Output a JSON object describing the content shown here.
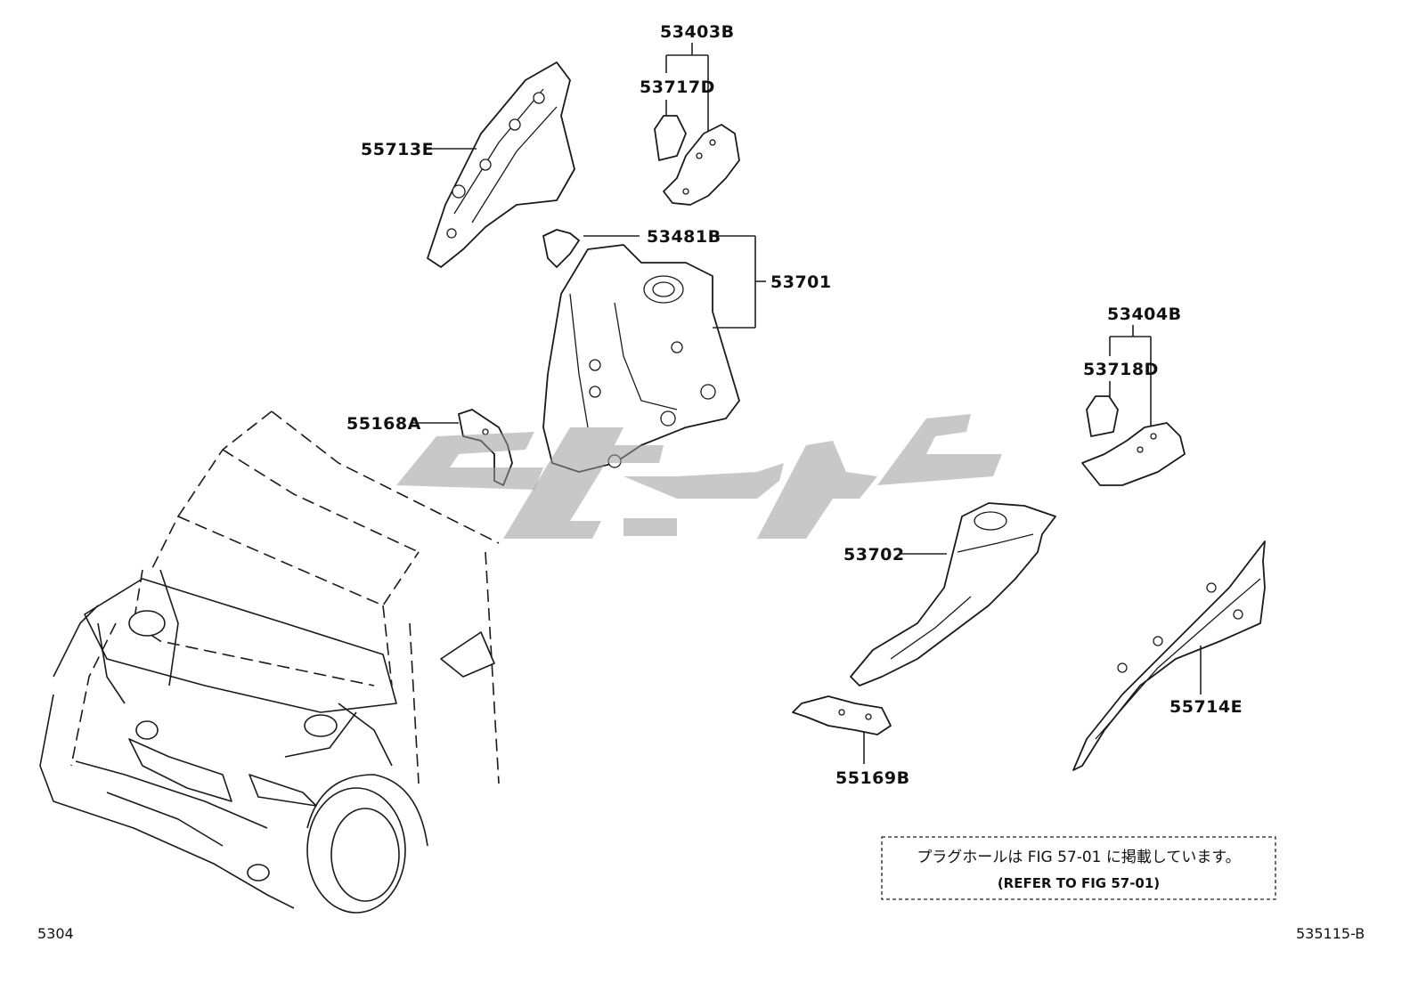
{
  "parts": {
    "p53403B": "53403B",
    "p53717D": "53717D",
    "p55713E": "55713E",
    "p53481B": "53481B",
    "p53701": "53701",
    "p55168A": "55168A",
    "p53404B": "53404B",
    "p53718D": "53718D",
    "p53702": "53702",
    "p55714E": "55714E",
    "p55169B": "55169B"
  },
  "note": {
    "line1": "プラグホールは FIG 57-01 に掲載しています。",
    "line2": "(REFER TO FIG 57-01)"
  },
  "footer": {
    "left_code": "5304",
    "right_code": "535115-B"
  },
  "colors": {
    "line": "#1a1a1a",
    "watermark": "#9a9a9a"
  }
}
